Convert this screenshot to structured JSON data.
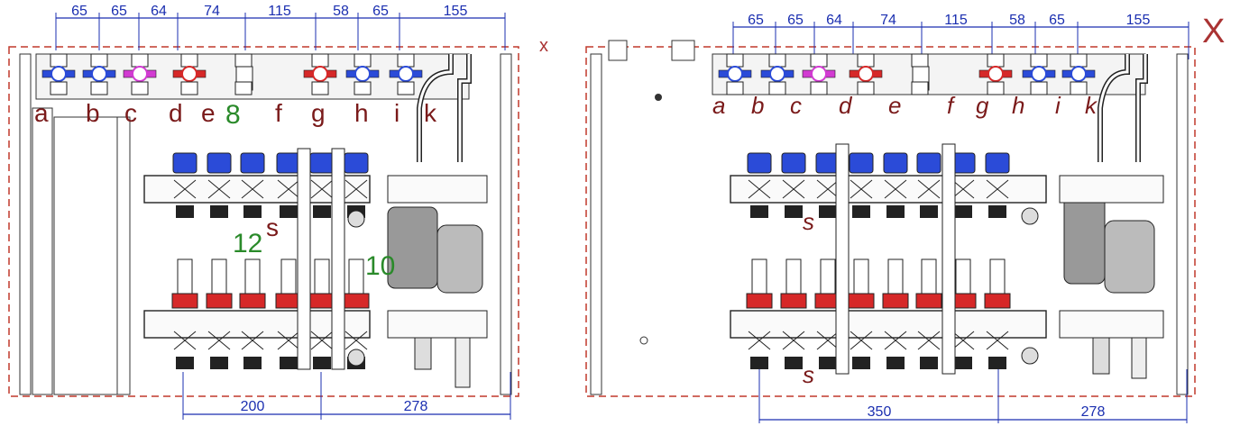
{
  "left_panel": {
    "top_dims": [
      "65",
      "65",
      "64",
      "74",
      "115",
      "58",
      "65",
      "155"
    ],
    "valve_letters": [
      "a",
      "b",
      "c",
      "d",
      "e",
      "f",
      "g",
      "h",
      "i",
      "k"
    ],
    "callout_8": "8",
    "callout_12": "12",
    "callout_10": "10",
    "s_label": "s",
    "corner_mark": "x",
    "bottom_dims": [
      "200",
      "278"
    ]
  },
  "right_panel": {
    "top_dims": [
      "65",
      "65",
      "64",
      "74",
      "115",
      "58",
      "65",
      "155"
    ],
    "valve_letters": [
      "a",
      "b",
      "c",
      "d",
      "e",
      "f",
      "g",
      "h",
      "i",
      "k"
    ],
    "s_label_top": "s",
    "s_label_bottom": "s",
    "corner_mark": "X",
    "bottom_dims": [
      "350",
      "278"
    ]
  },
  "colors": {
    "dimension": "#1b2fb0",
    "label": "#7a1a1a",
    "callout": "#2a8a2a",
    "boundary": "#c0392b",
    "supply_valve": "#d62828",
    "return_valve": "#2b4bd8",
    "mixed_valve": "#d23bd2"
  }
}
